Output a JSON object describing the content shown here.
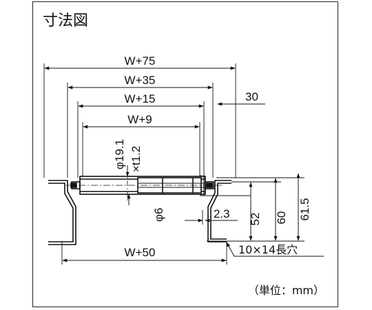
{
  "title": "寸法図",
  "unit_note": "（単位：mm）",
  "dimensions": {
    "w75": "W+75",
    "w35": "W+35",
    "w15": "W+15",
    "w9": "W+9",
    "thirty": "30",
    "pipe_dia": "φ19.1",
    "wall_thickness": "×t1.2",
    "shaft_dia": "φ6",
    "offset": "2.3",
    "h52": "52",
    "h60": "60",
    "h615": "61.5",
    "w50": "W+50",
    "slot": "10×14長穴"
  }
}
